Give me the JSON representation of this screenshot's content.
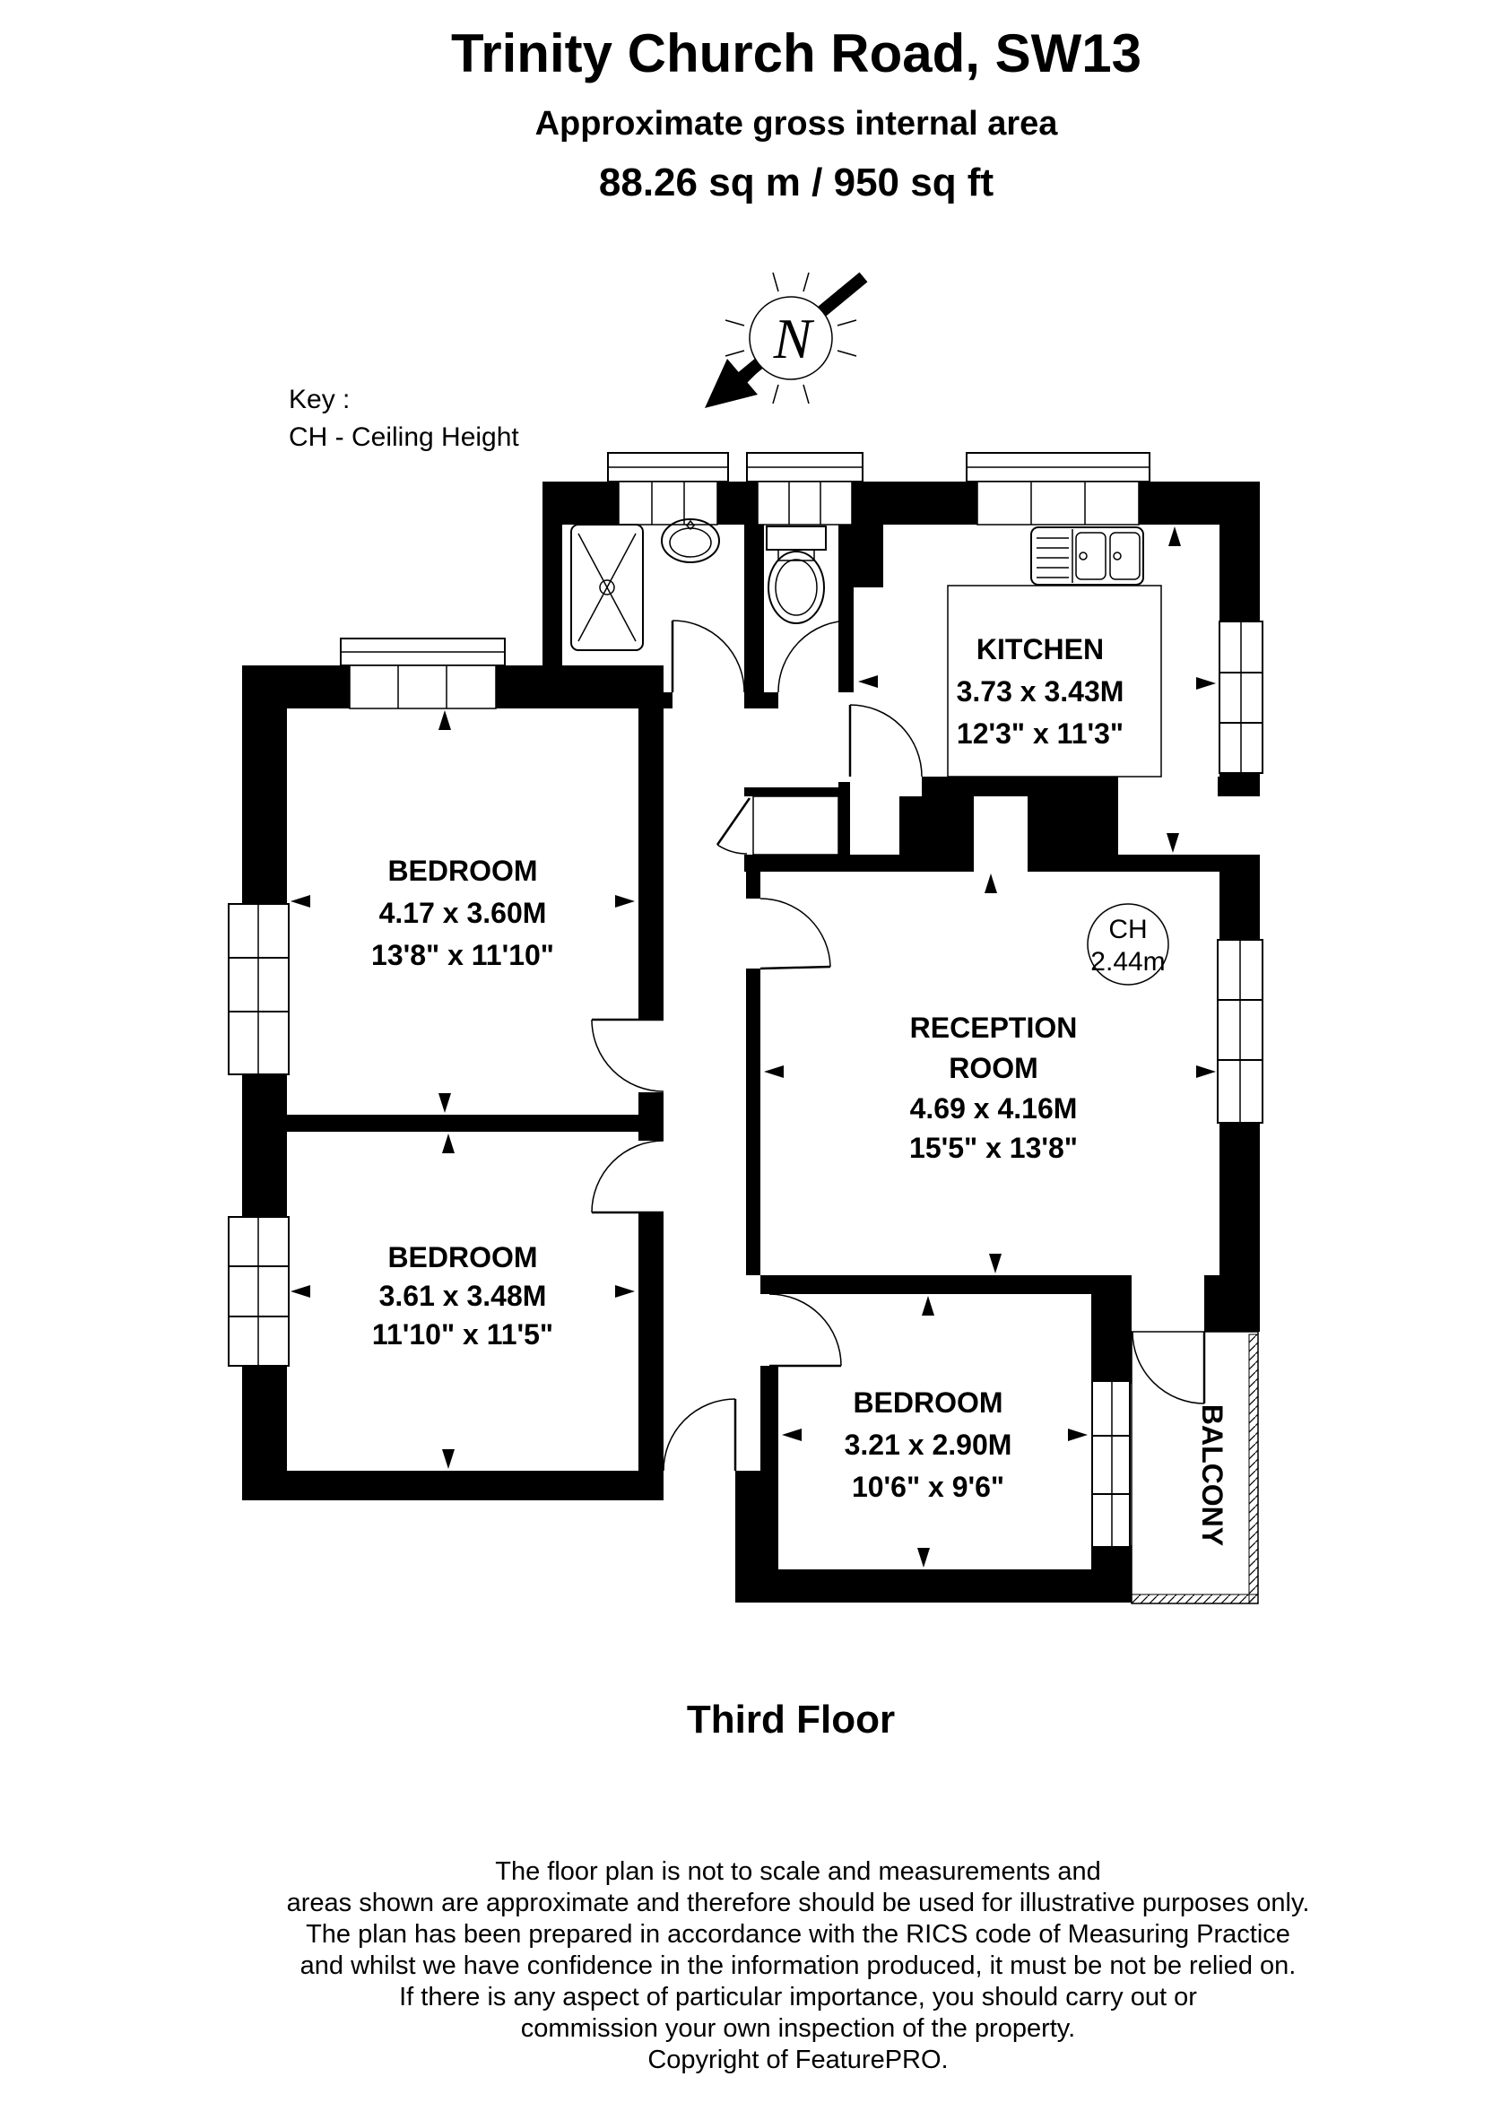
{
  "header": {
    "title": "Trinity Church Road, SW13",
    "subtitle": "Approximate gross internal area",
    "area": "88.26 sq m /  950 sq ft"
  },
  "key": {
    "line1": "Key :",
    "line2": "CH - Ceiling Height"
  },
  "compass": {
    "north_label": "N"
  },
  "rooms": {
    "kitchen": {
      "name": "KITCHEN",
      "metric": "3.73 x 3.43M",
      "imperial": "12'3\" x 11'3\""
    },
    "bedroom1": {
      "name": "BEDROOM",
      "metric": "4.17 x 3.60M",
      "imperial": "13'8\" x 11'10\""
    },
    "bedroom2": {
      "name": "BEDROOM",
      "metric": "3.61 x 3.48M",
      "imperial": "11'10\" x 11'5\""
    },
    "reception": {
      "name": "RECEPTION",
      "name2": "ROOM",
      "metric": "4.69 x 4.16M",
      "imperial": "15'5\" x 13'8\""
    },
    "bedroom3": {
      "name": "BEDROOM",
      "metric": "3.21 x 2.90M",
      "imperial": "10'6\" x 9'6\""
    },
    "balcony": {
      "name": "BALCONY"
    }
  },
  "ceiling_height": {
    "label": "CH",
    "value": "2.44m"
  },
  "floor_label": "Third Floor",
  "disclaimer": [
    "The floor plan is not to scale and measurements and",
    "areas shown are approximate and therefore should be used for illustrative purposes only.",
    "The plan has been prepared in accordance with the RICS code of Measuring Practice",
    "and whilst we have confidence in the information produced, it must be not be relied on.",
    "If there is any aspect of particular importance, you should carry out or",
    "commission your own inspection of the property.",
    "Copyright of FeaturePRO."
  ],
  "colors": {
    "ink": "#000000",
    "paper": "#ffffff"
  }
}
